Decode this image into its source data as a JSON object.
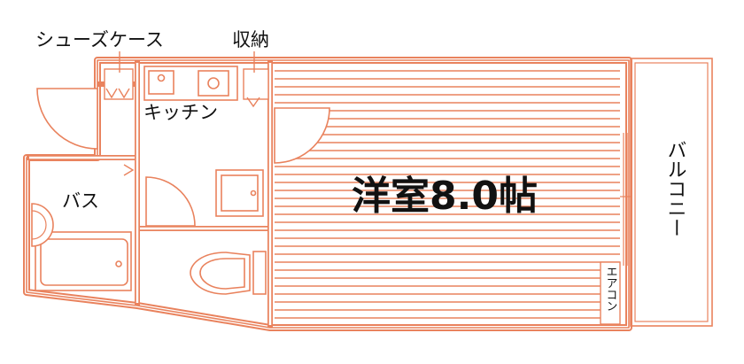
{
  "labels": {
    "shoe_case": "シューズケース",
    "storage": "収納",
    "kitchen": "キッチン",
    "bath": "バス",
    "western_room": "洋室8.0帖",
    "balcony": "バルコニー",
    "aircon": "エアコン"
  },
  "colors": {
    "wall": "#e9825d",
    "background": "#ffffff",
    "text": "#111111"
  }
}
